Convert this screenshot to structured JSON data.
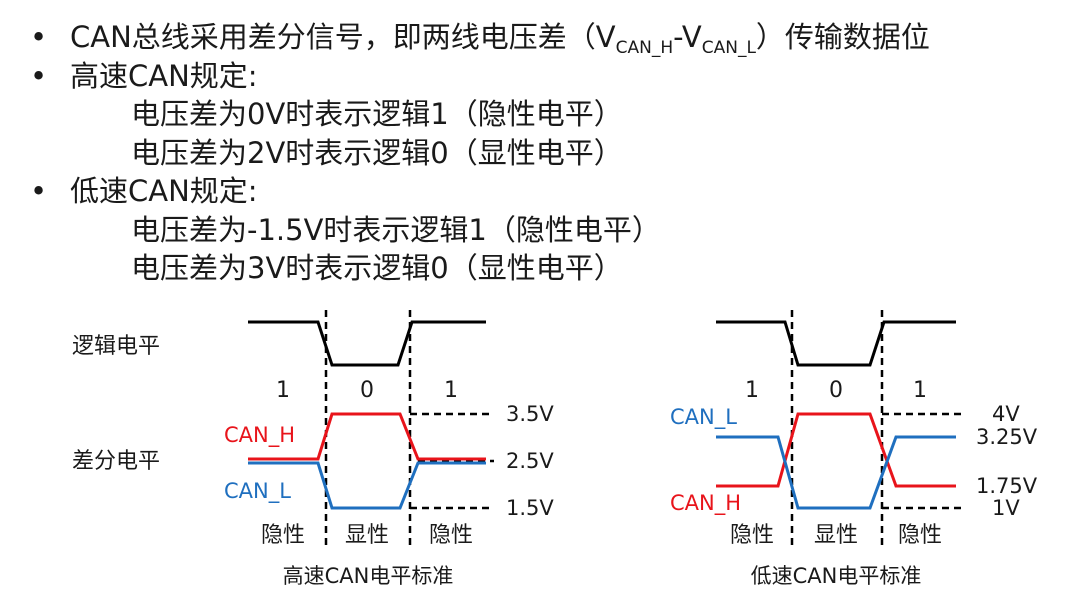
{
  "text": {
    "bullet": "•",
    "l1_a": "CAN总线采用差分信号，即两线电压差（V",
    "l1_sub1": "CAN_H",
    "l1_b": "-V",
    "l1_sub2": "CAN_L",
    "l1_c": "）传输数据位",
    "l2": "高速CAN规定:",
    "l3": "电压差为0V时表示逻辑1（隐性电平）",
    "l4": "电压差为2V时表示逻辑0（显性电平）",
    "l5": "低速CAN规定:",
    "l6": "电压差为-1.5V时表示逻辑1（隐性电平）",
    "l7": "电压差为3V时表示逻辑0（显性电平）"
  },
  "colors": {
    "can_h": "#e8141b",
    "can_l": "#1f6fbf",
    "line": "#000000",
    "text": "#1a1a1a"
  },
  "high": {
    "logic_label": "逻辑电平",
    "diff_label": "差分电平",
    "bit1": "1",
    "bit0": "0",
    "bit1b": "1",
    "canh": "CAN_H",
    "canl": "CAN_L",
    "v_top": "3.5V",
    "v_mid": "2.5V",
    "v_bot": "1.5V",
    "rec1": "隐性",
    "dom": "显性",
    "rec2": "隐性",
    "caption": "高速CAN电平标准"
  },
  "low": {
    "bit1": "1",
    "bit0": "0",
    "bit1b": "1",
    "canl": "CAN_L",
    "canh": "CAN_H",
    "v_4": "4V",
    "v_325": "3.25V",
    "v_175": "1.75V",
    "v_1": "1V",
    "rec1": "隐性",
    "dom": "显性",
    "rec2": "隐性",
    "caption": "低速CAN电平标准"
  }
}
